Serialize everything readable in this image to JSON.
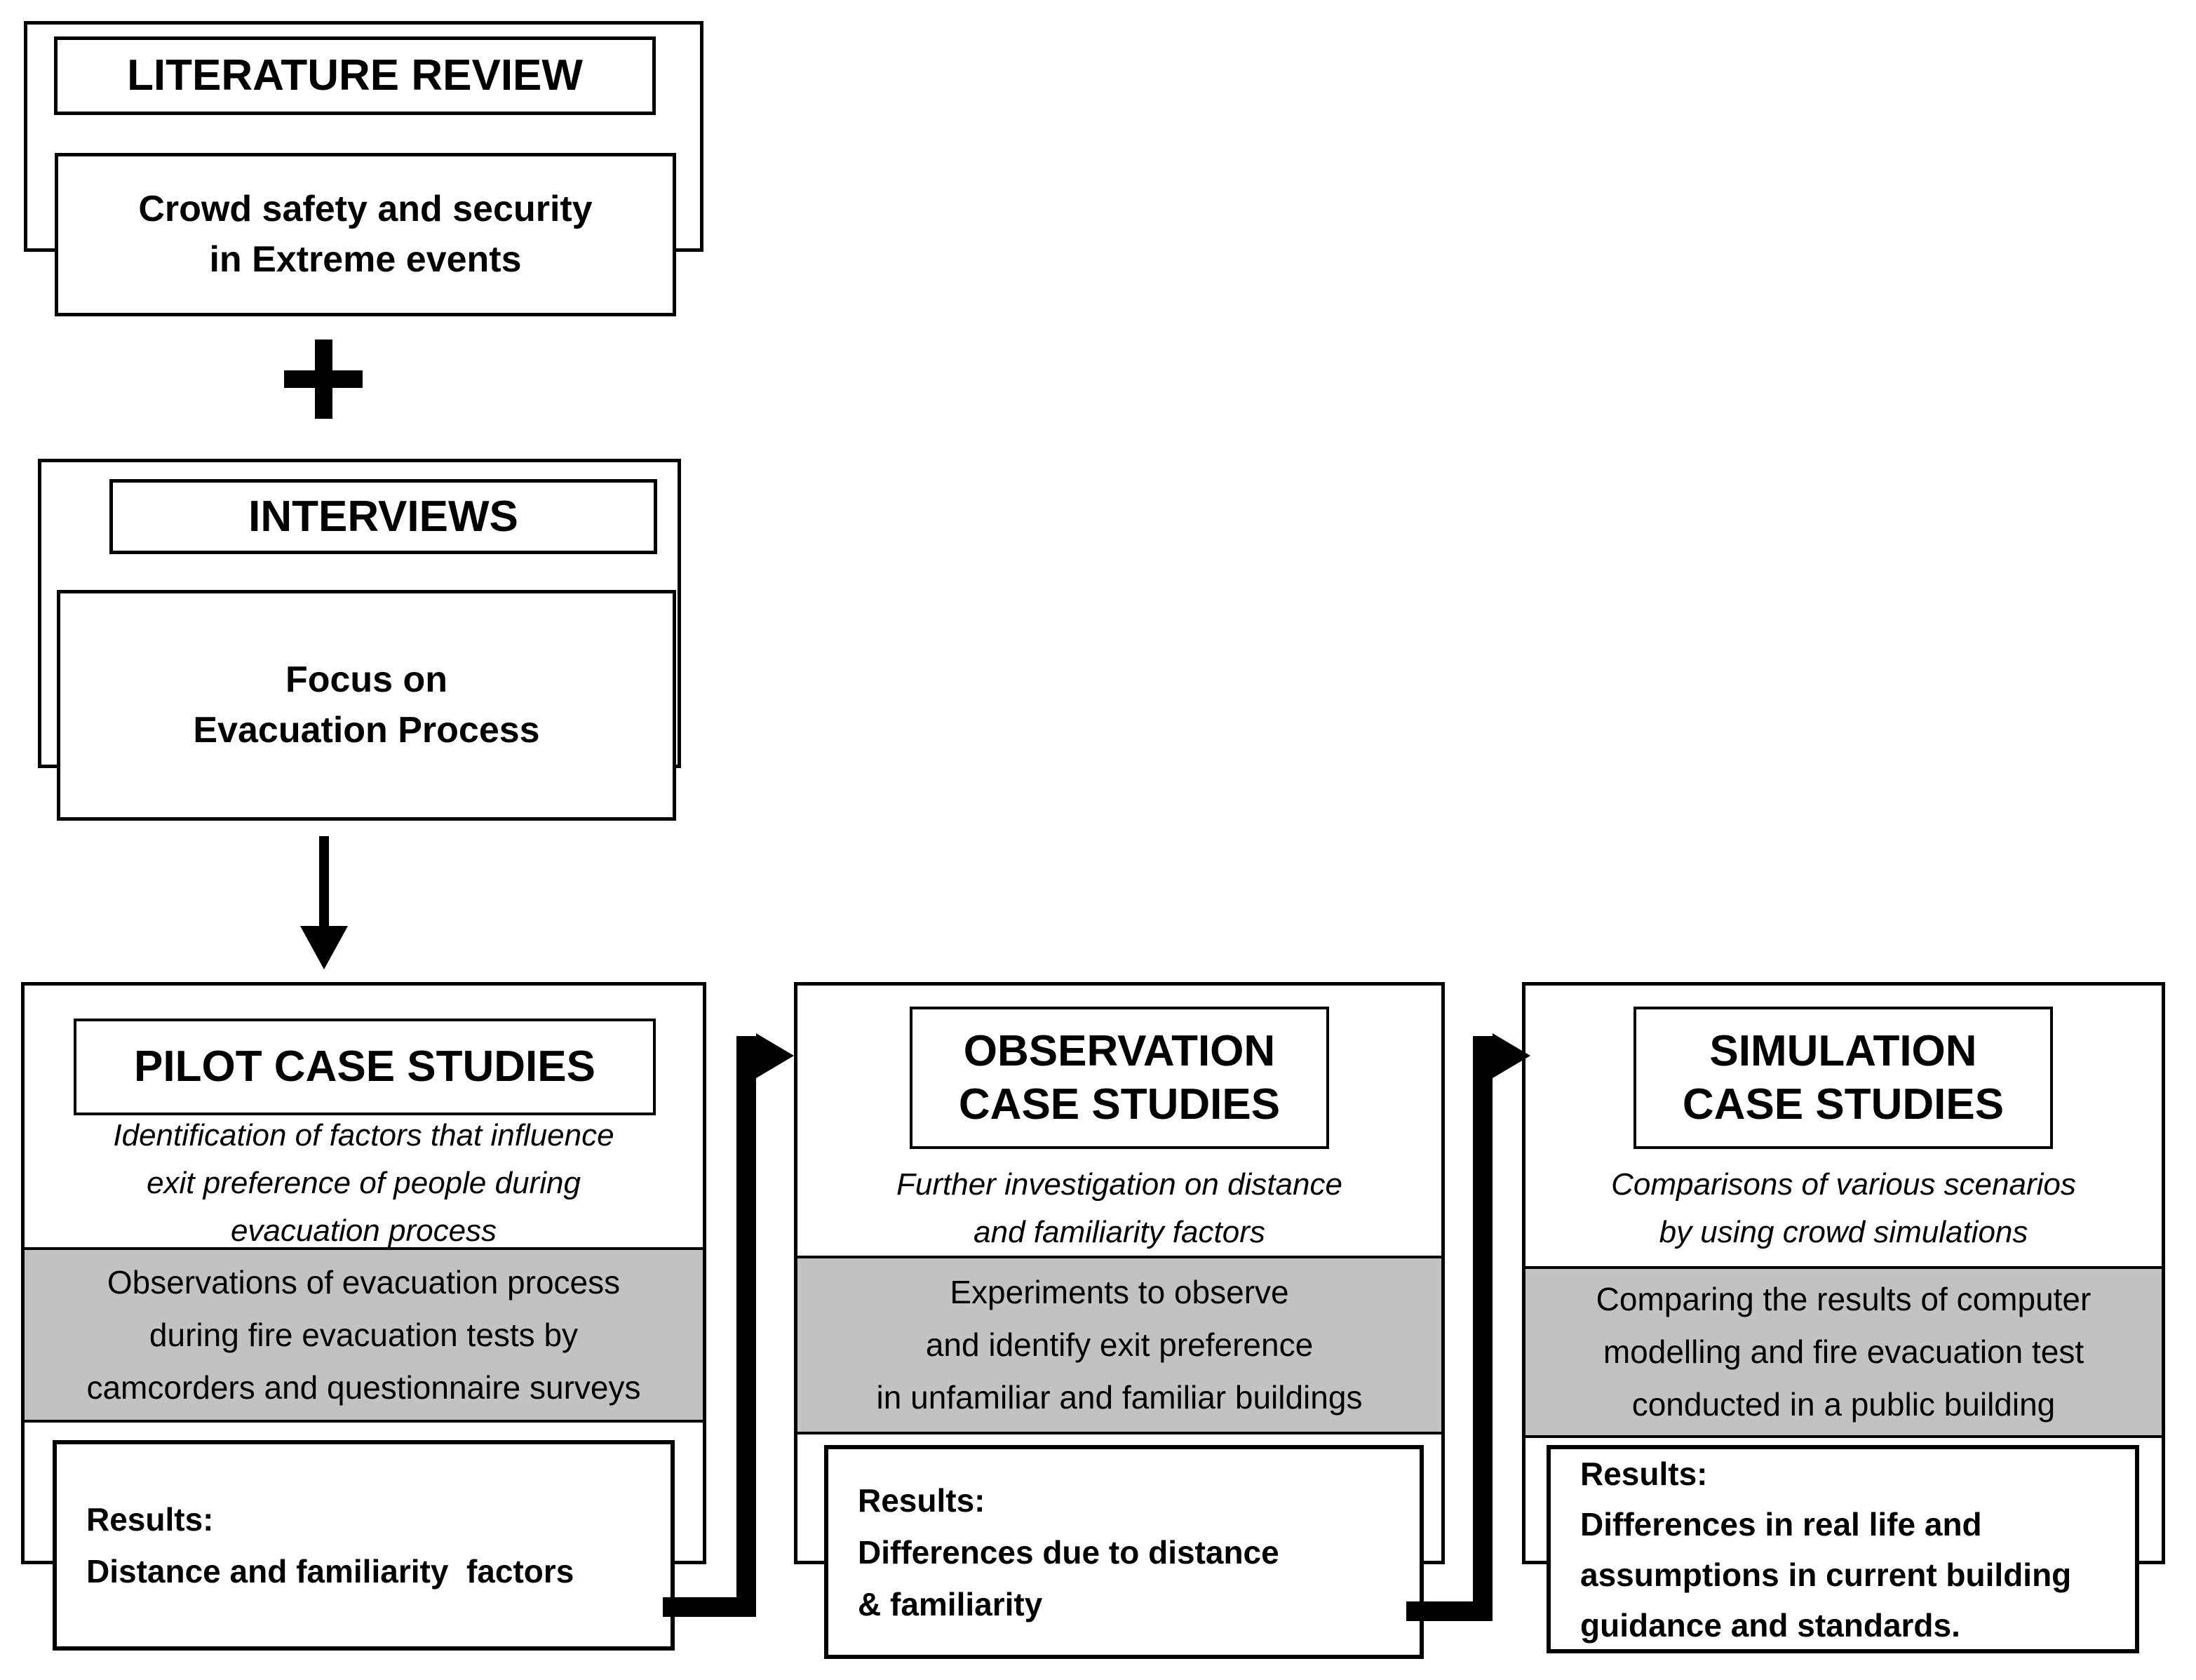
{
  "top": {
    "literature_review": {
      "title": "LITERATURE REVIEW",
      "subtitle": "Crowd safety and security\nin Extreme events"
    },
    "plus_sign": "+",
    "interviews": {
      "title": "INTERVIEWS",
      "subtitle": "Focus on\nEvacuation Process"
    }
  },
  "columns": [
    {
      "title": "PILOT CASE STUDIES",
      "description": "Identification of factors that influence\nexit preference of people during\nevacuation process",
      "method": "Observations of evacuation process\nduring fire evacuation tests by\ncamcorders and questionnaire surveys",
      "results_label": "Results:",
      "results_text": "Distance and familiarity  factors"
    },
    {
      "title": "OBSERVATION\nCASE STUDIES",
      "description": "Further investigation on distance\nand familiarity factors",
      "method": "Experiments to observe\nand identify exit preference\nin unfamiliar and familiar buildings",
      "results_label": "Results:",
      "results_text": "Differences due to distance\n& familiarity"
    },
    {
      "title": "SIMULATION\nCASE STUDIES",
      "description": "Comparisons of various scenarios\nby using crowd simulations",
      "method": "Comparing the results of computer\nmodelling and fire evacuation test\nconducted in a public building",
      "results_label": "Results:",
      "results_text": "Differences in real life and\nassumptions in current building\nguidance and standards."
    }
  ],
  "colors": {
    "line": "#000000",
    "method_band_bg": "#c2c2c2",
    "background": "#ffffff"
  }
}
